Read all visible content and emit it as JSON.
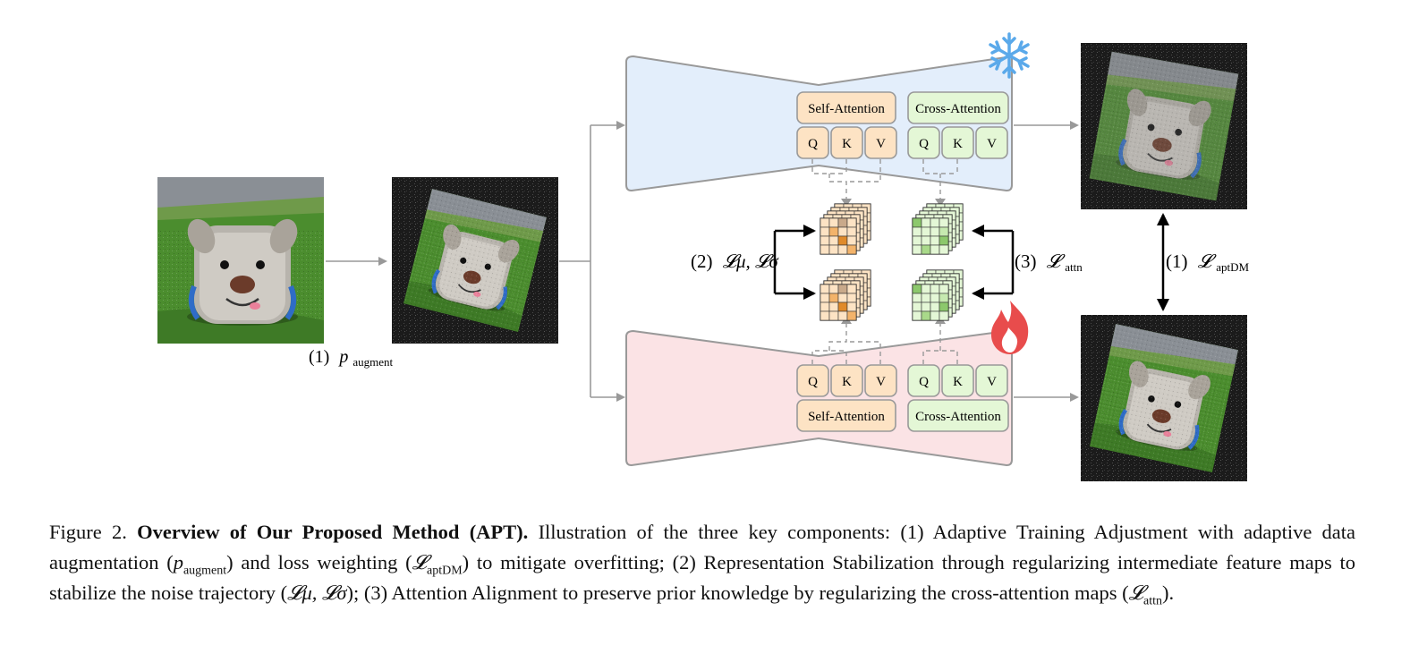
{
  "diagram": {
    "self_attention_label": "Self-Attention",
    "cross_attention_label": "Cross-Attention",
    "q_label": "Q",
    "k_label": "K",
    "v_label": "V",
    "p_augment_prefix": "(1)",
    "p_augment_symbol": "p",
    "p_augment_sub": "augment",
    "loss_mu_sigma_prefix": "(2)",
    "loss_mu_sigma_expr": "𝓛μ, 𝓛σ",
    "loss_attn_prefix": "(3)",
    "loss_attn_symbol": "𝓛",
    "loss_attn_sub": "attn",
    "loss_aptdm_prefix": "(1)",
    "loss_aptdm_symbol": "𝓛",
    "loss_aptdm_sub": "aptDM",
    "colors": {
      "frozen_fill": "#e3eefb",
      "trainable_fill": "#fbe3e5",
      "self_attn_fill": "#fde3c4",
      "cross_attn_fill": "#e4f7d6",
      "block_stroke": "#999999",
      "snowflake": "#5aa9ea",
      "flame": "#e84c4c"
    },
    "icons": [
      "snowflake-icon",
      "flame-icon"
    ]
  },
  "caption": {
    "figure_label": "Figure 2.",
    "title": "Overview of Our Proposed Method (APT).",
    "intro": "Illustration of the three key components: (1) Adaptive Training Adjustment with adaptive data augmentation (",
    "p_sym": "p",
    "p_sub": "augment",
    "mid1": ") and loss weighting (",
    "aptdm_sym": "𝓛",
    "aptdm_sub": "aptDM",
    "mid2": ") to mitigate overfitting; (2) Representation Stabilization through regularizing intermediate feature maps to stabilize the noise trajectory (",
    "musig": "𝓛μ, 𝓛σ",
    "mid3": "); (3) Attention Alignment to preserve prior knowledge by regularizing the cross-attention maps (",
    "attn_sym": "𝓛",
    "attn_sub": "attn",
    "end": ")."
  }
}
